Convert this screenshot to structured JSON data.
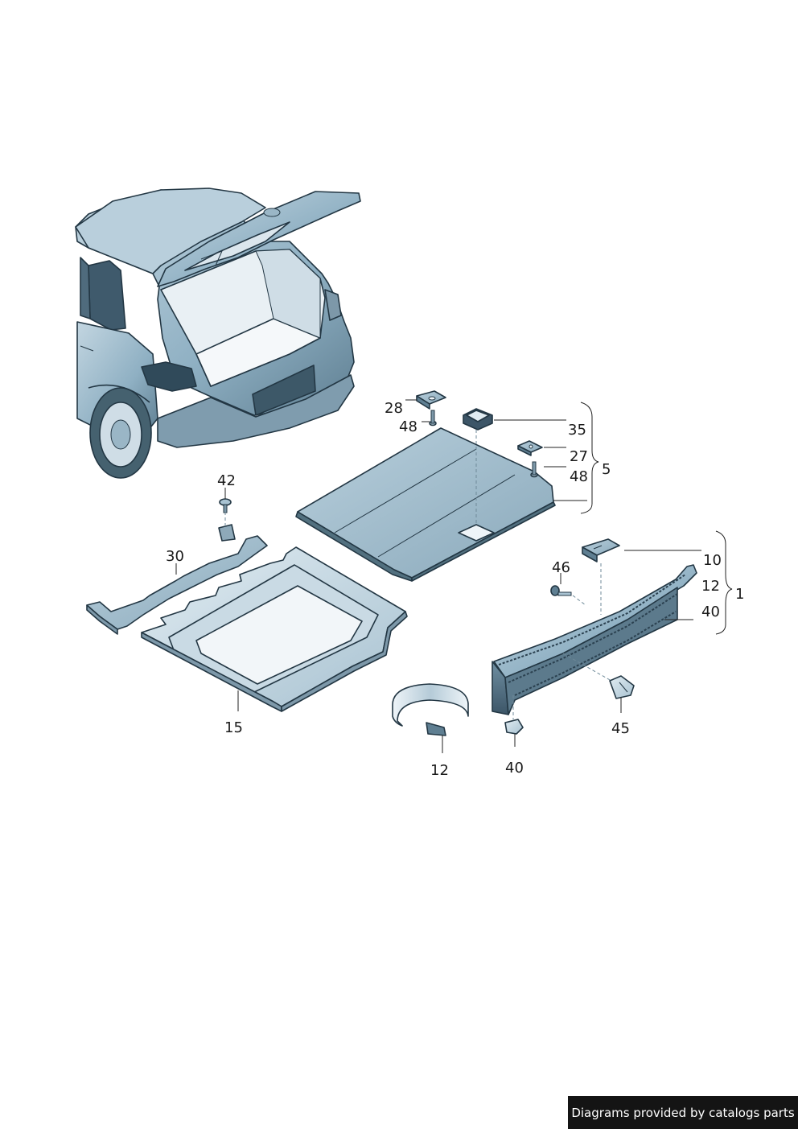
{
  "callouts": {
    "c28": "28",
    "c48a": "48",
    "c35": "35",
    "c27": "27",
    "c48b": "48",
    "c5": "5",
    "c42": "42",
    "c30": "30",
    "c15": "15",
    "c10": "10",
    "c12a": "12",
    "c40a": "40",
    "c1": "1",
    "c46": "46",
    "c45": "45",
    "c12b": "12",
    "c40b": "40"
  },
  "footer": {
    "credit": "Diagrams provided by catalogs parts"
  },
  "colors": {
    "part_fill": "#a9c3d2",
    "part_light": "#d9e6ee",
    "part_dark": "#5f7f92",
    "outline": "#233744",
    "credit_bg": "#141414"
  }
}
